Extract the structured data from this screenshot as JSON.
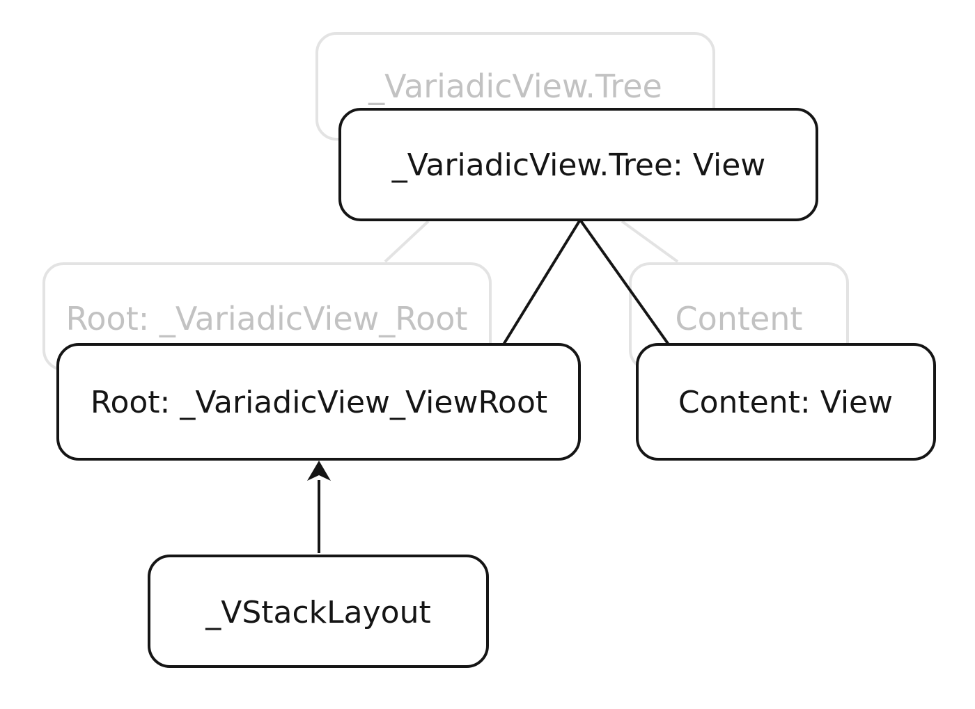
{
  "ghost_nodes": {
    "tree": {
      "label": "_VariadicView.Tree"
    },
    "root": {
      "label": "Root: _VariadicView_Root"
    },
    "content": {
      "label": "Content"
    }
  },
  "nodes": {
    "tree": {
      "label": "_VariadicView.Tree: View"
    },
    "root": {
      "label": "Root: _VariadicView_ViewRoot"
    },
    "content": {
      "label": "Content: View"
    },
    "layout": {
      "label": "_VStackLayout"
    }
  },
  "colors": {
    "foreground": "#151515",
    "ghost_stroke": "#e3e3e3",
    "ghost_text": "#c2c2c2",
    "background": "#ffffff"
  },
  "edges": [
    {
      "from": "tree",
      "to": "root",
      "style": "line"
    },
    {
      "from": "tree",
      "to": "content",
      "style": "line"
    },
    {
      "from": "layout",
      "to": "root",
      "style": "arrow"
    }
  ]
}
